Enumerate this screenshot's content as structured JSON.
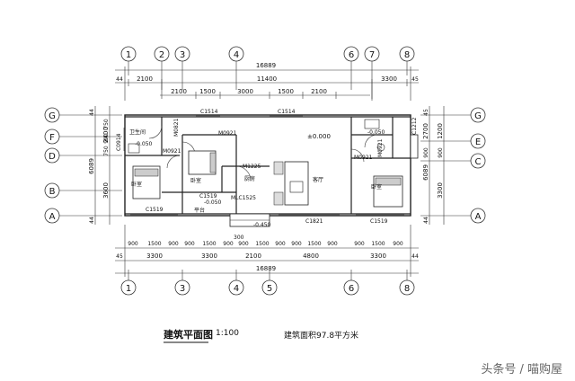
{
  "drawing": {
    "title": "建筑平面图",
    "scale": "1:100",
    "area_note": "建筑面积97.8平方米",
    "watermark": "头条号 / 喵购屋"
  },
  "axes": {
    "top": [
      "1",
      "2",
      "3",
      "4",
      "6",
      "7",
      "8"
    ],
    "bottom": [
      "1",
      "3",
      "4",
      "5",
      "6",
      "8"
    ],
    "left": [
      "G",
      "F",
      "D",
      "B",
      "A"
    ],
    "right": [
      "G",
      "E",
      "C",
      "A"
    ]
  },
  "dimensions": {
    "top_total": "16889",
    "top_row2": [
      "44",
      "2100",
      "11400",
      "3300",
      "45"
    ],
    "top_row3": [
      "2100",
      "1500",
      "3000",
      "1500",
      "2100"
    ],
    "bottom_row1": [
      "900",
      "1500",
      "900",
      "900",
      "1500",
      "900",
      "900",
      "1500",
      "900",
      "900",
      "1500",
      "900",
      "900",
      "1500",
      "900"
    ],
    "bottom_row2": [
      "45",
      "3300",
      "3300",
      "2100",
      "4800",
      "3300",
      "44"
    ],
    "bottom_total": "16889",
    "left": [
      "44",
      "2400",
      "750",
      "900",
      "750",
      "3600",
      "44",
      "6089"
    ],
    "right": [
      "45",
      "2700",
      "1200",
      "900",
      "900",
      "3300",
      "44",
      "6089"
    ]
  },
  "labels": {
    "window_top_1": "C1514",
    "window_top_2": "C1514",
    "door_m0821": "M0821",
    "door_m0921_a": "M0921",
    "door_m0921_b": "M0921",
    "door_m0921_c": "M0921",
    "door_m0921_d": "M0921",
    "door_m1225": "M1225",
    "window_c0914": "C0914",
    "window_c1212": "C1212",
    "window_c1519_a": "C1519",
    "window_c1519_b": "C1519",
    "window_c1519_c": "C1519",
    "window_c1821": "C1821",
    "door_mlc1525": "MLC1525",
    "level_main": "±0.000",
    "level_bath_left": "-0.050",
    "level_bath_right": "-0.050",
    "level_terrace": "-0.050",
    "level_step": "-0.450",
    "step_300": "300",
    "room_bathroom": "卫生间",
    "room_bedroom_left": "卧室",
    "room_bedroom_mid": "卧室",
    "room_bedroom_right": "卧室",
    "room_kitchen": "厨房",
    "room_living": "客厅",
    "room_terrace": "平台"
  }
}
